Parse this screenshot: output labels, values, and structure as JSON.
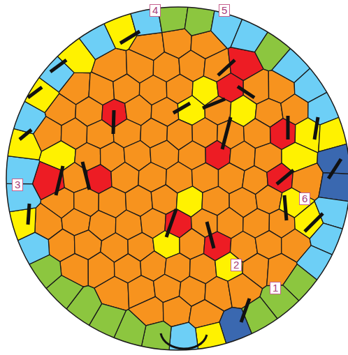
{
  "diagram": {
    "labels": [
      "4",
      "5",
      "3",
      "6",
      "2",
      "1"
    ]
  }
}
